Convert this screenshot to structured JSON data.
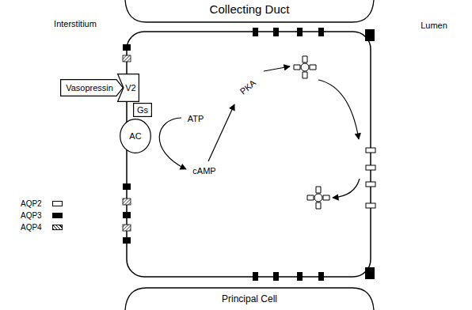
{
  "diagram": {
    "nodes": [
      {
        "text": [
          "Vasopressin"
        ]
      },
      {
        "text": [
          "V2"
        ]
      },
      {
        "text": [
          "Gs"
        ]
      },
      {
        "text": [
          "AC"
        ]
      }
    ],
    "labels": [
      "Collecting Duct",
      "Interstitium",
      "Lumen",
      "ATP",
      "cAMP",
      "PKA",
      "Principal Cell"
    ],
    "legend": [
      {
        "text": "AQP2"
      },
      {
        "text": "AQP3",
        "color": "#000000"
      },
      {
        "text": "AQP4"
      }
    ]
  }
}
